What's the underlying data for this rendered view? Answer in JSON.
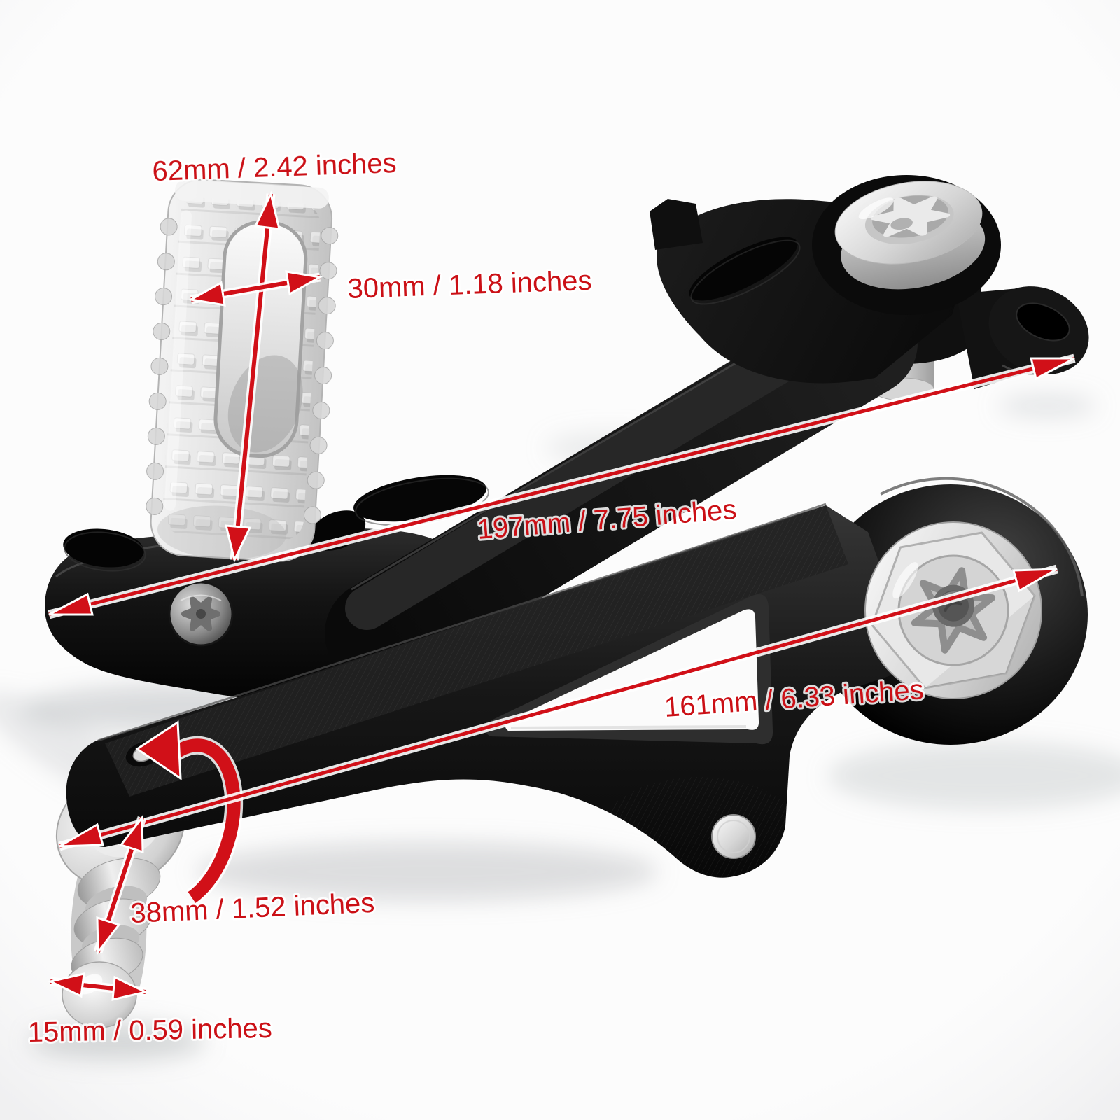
{
  "figure": {
    "kind": "product-dimension-diagram",
    "colors": {
      "background": "#fcfcfc",
      "annotation_text": "#cb1016",
      "annotation_arrow": "#d11018",
      "black_metal": "#111111",
      "silver_metal": "#d9d9d9"
    },
    "labels": {
      "footpeg_height": "62mm / 2.42 inches",
      "footpeg_width": "30mm / 1.18 inches",
      "brake_lever_length": "197mm / 7.75 inches",
      "shift_lever_length": "161mm / 6.33 inches",
      "shift_peg_length": "38mm / 1.52 inches",
      "shift_peg_diameter": "15mm / 0.59 inches"
    }
  }
}
